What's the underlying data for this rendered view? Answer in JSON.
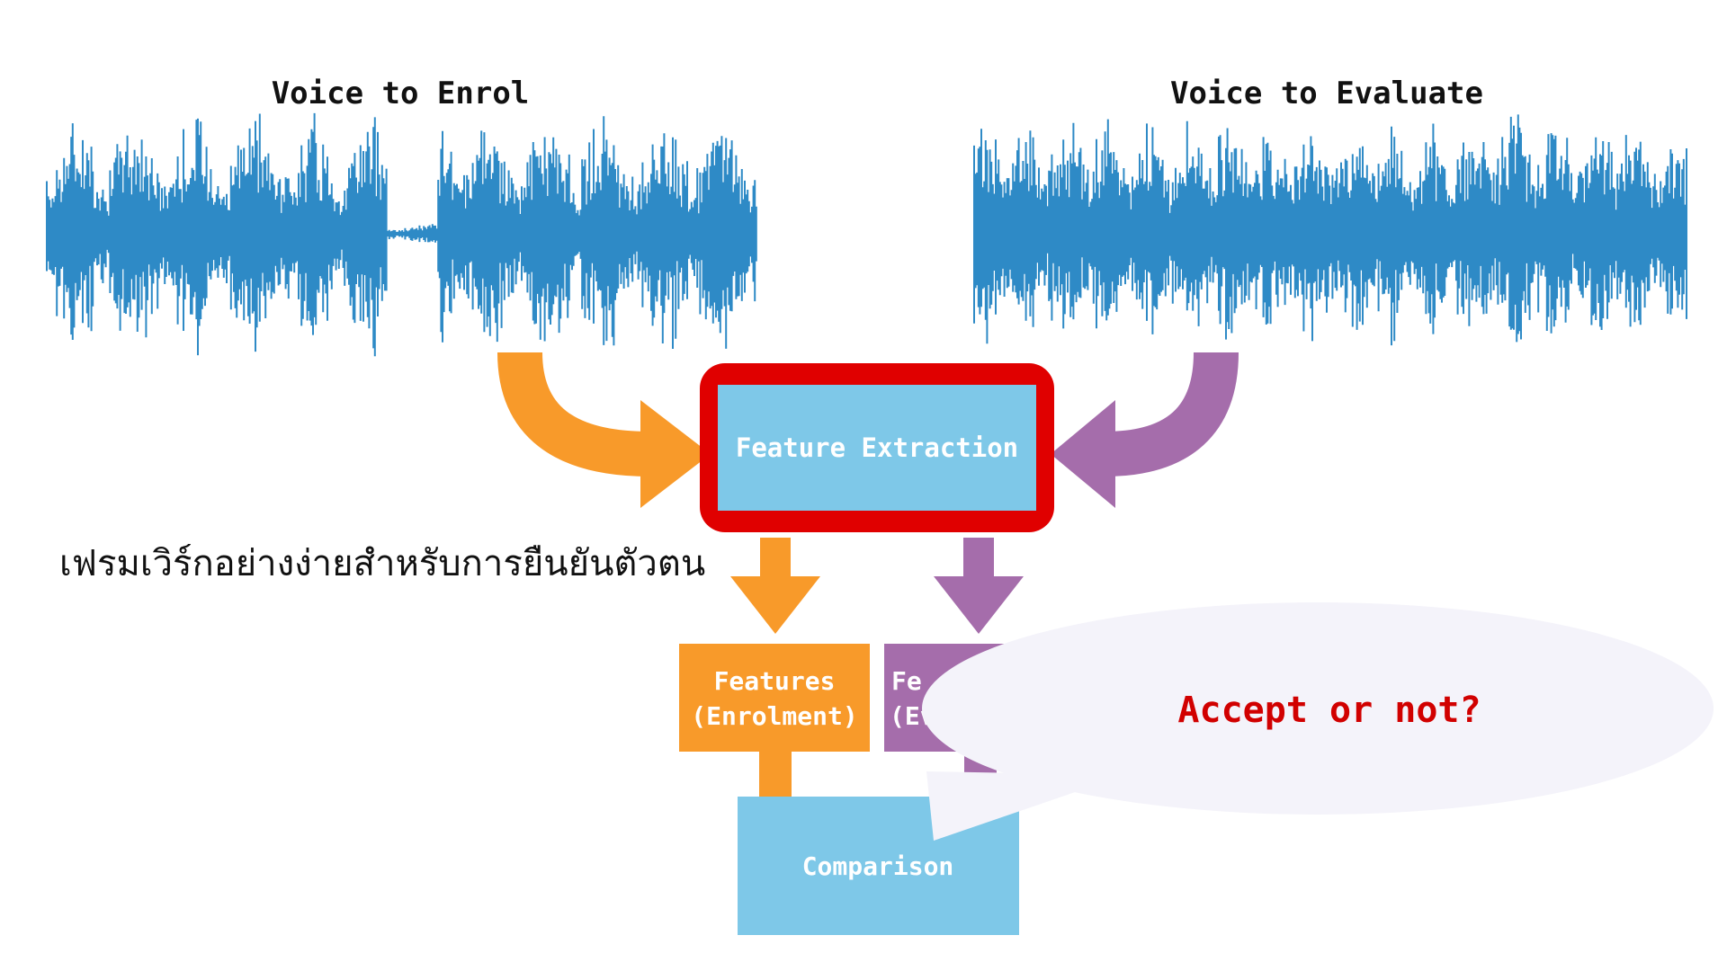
{
  "diagram": {
    "enrol_title": "Voice to Enrol",
    "evaluate_title": "Voice to Evaluate",
    "feature_extraction": "Feature Extraction",
    "features_enrolment_line1": "Features",
    "features_enrolment_line2": "(Enrolment)",
    "features_evaluation_line1": "Fe",
    "features_evaluation_line2": "(Ev",
    "comparison": "Comparison",
    "callout": "Accept or not?",
    "caption": "เฟรมเวิร์กอย่างง่ายสำหรับการยืนยันตัวตน"
  },
  "colors": {
    "waveform": "#2e8ac6",
    "orange": "#f89a2a",
    "purple": "#a56dab",
    "box_fill": "#7ec8e8",
    "highlight_border": "#e00000",
    "callout_fill": "#f4f3fa",
    "callout_text": "#d10000"
  }
}
